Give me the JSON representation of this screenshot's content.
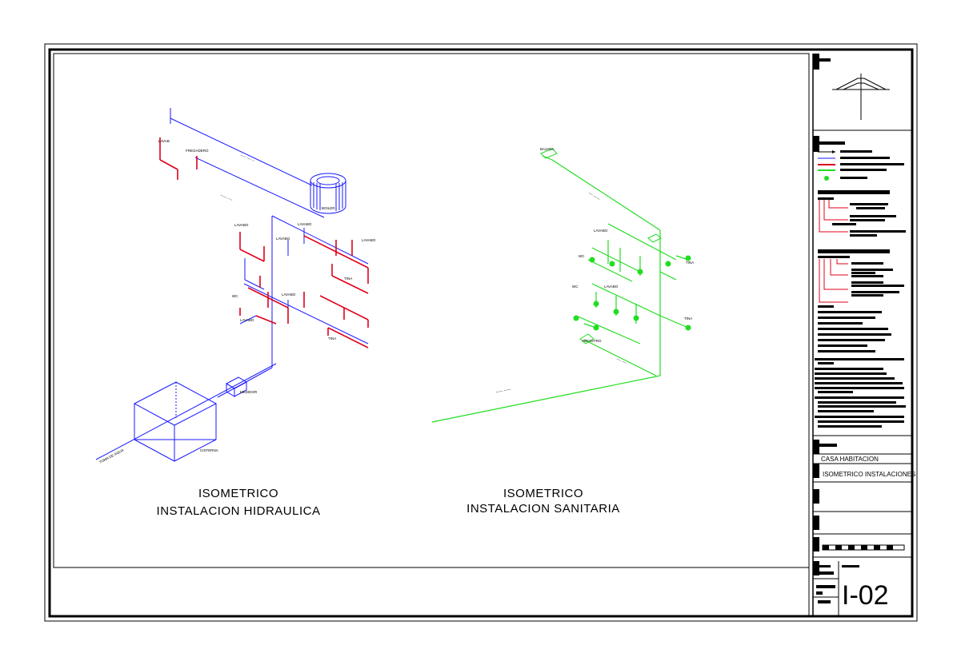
{
  "drawings": {
    "hidraulica": {
      "title_line1": "ISOMETRICO",
      "title_line2": "INSTALACION HIDRAULICA"
    },
    "sanitaria": {
      "title_line1": "ISOMETRICO",
      "title_line2": "INSTALACION SANITARIA"
    }
  },
  "title_block": {
    "project_name": "CASA HABITACION",
    "drawing_name": "ISOMETRICO INSTALACIONES",
    "sheet_number": "I-02"
  },
  "colors": {
    "cold_water": "#1a1aff",
    "hot_water": "#e0001a",
    "drainage": "#22dd22",
    "frame": "#000000"
  }
}
